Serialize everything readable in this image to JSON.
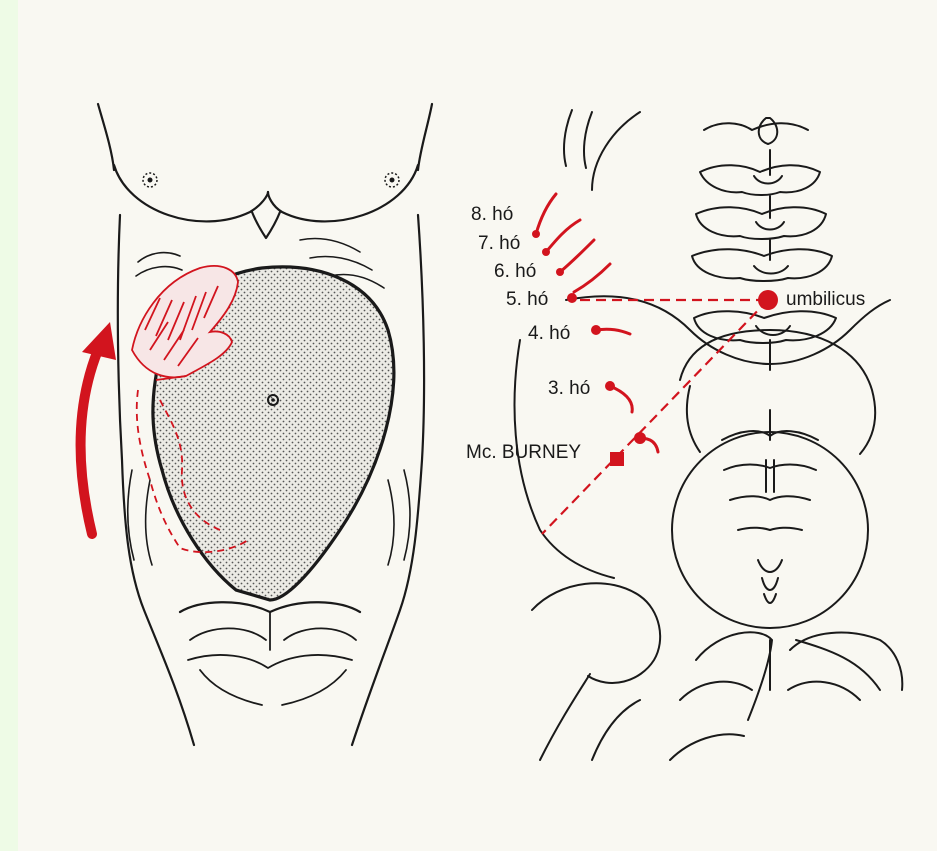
{
  "colors": {
    "background": "#eefbe6",
    "paper": "#f9f8f2",
    "ink": "#1a1a1a",
    "accent_red": "#d2141e",
    "uterus_fill": "#e4e2dc"
  },
  "labels": {
    "month_8": "8. hó",
    "month_7": "7. hó",
    "month_6": "6. hó",
    "month_5": "5. hó",
    "month_4": "4. hó",
    "month_3": "3. hó",
    "umbilicus": "umbilicus",
    "mcburney": "Mc. BURNEY"
  }
}
